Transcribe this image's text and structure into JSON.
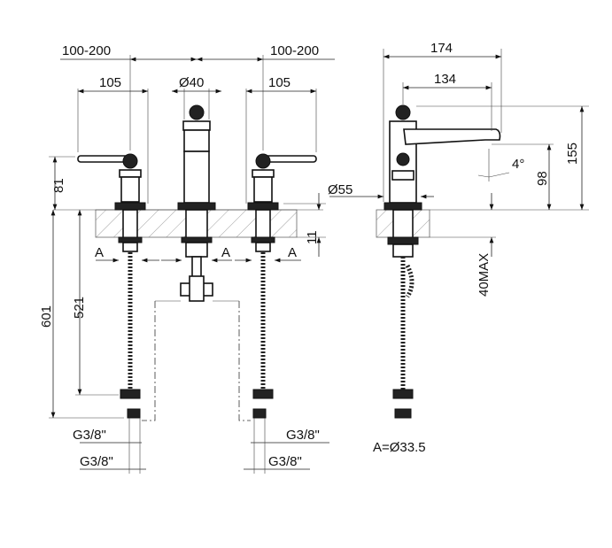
{
  "front_view": {
    "dim_spacing_left": "100-200",
    "dim_spacing_right": "100-200",
    "dim_handle_left": "105",
    "dim_spout_diameter": "Ø40",
    "dim_handle_right": "105",
    "dim_handle_height": "81",
    "dim_base_diameter": "Ø55",
    "dim_deck_thickness": "11",
    "label_a_left": "A",
    "label_a_center": "A",
    "label_a_right": "A",
    "dim_total_hose": "601",
    "dim_hose": "521",
    "conn_left_upper": "G3/8\"",
    "conn_right_upper": "G3/8\"",
    "conn_left_lower": "G3/8\"",
    "conn_right_lower": "G3/8\""
  },
  "side_view": {
    "dim_depth": "174",
    "dim_spout_reach": "134",
    "dim_total_height": "155",
    "dim_spout_height": "98",
    "dim_angle": "4°",
    "dim_deck_max": "40MAX",
    "legend_a": "A=Ø33.5"
  }
}
